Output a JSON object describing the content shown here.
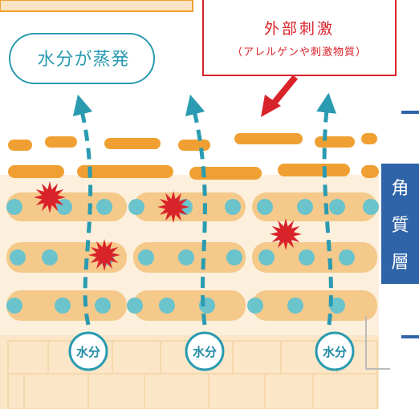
{
  "evaporation_label": "水分が蒸発",
  "external_stimulus": {
    "title": "外部刺激",
    "subtitle": "（アレルゲンや刺激物質）"
  },
  "water_labels": [
    "水分",
    "水分",
    "水分"
  ],
  "layer_tag": [
    "角",
    "質",
    "層"
  ],
  "colors": {
    "orange_top": "#f0a032",
    "orange_layer": "#f5c98a",
    "cream": "#fbe6c7",
    "cell_dot": "#6bc3cc",
    "arrow_teal": "#2a9bb0",
    "irritant_red": "#d9232a",
    "tag_blue": "#2f64a8"
  }
}
